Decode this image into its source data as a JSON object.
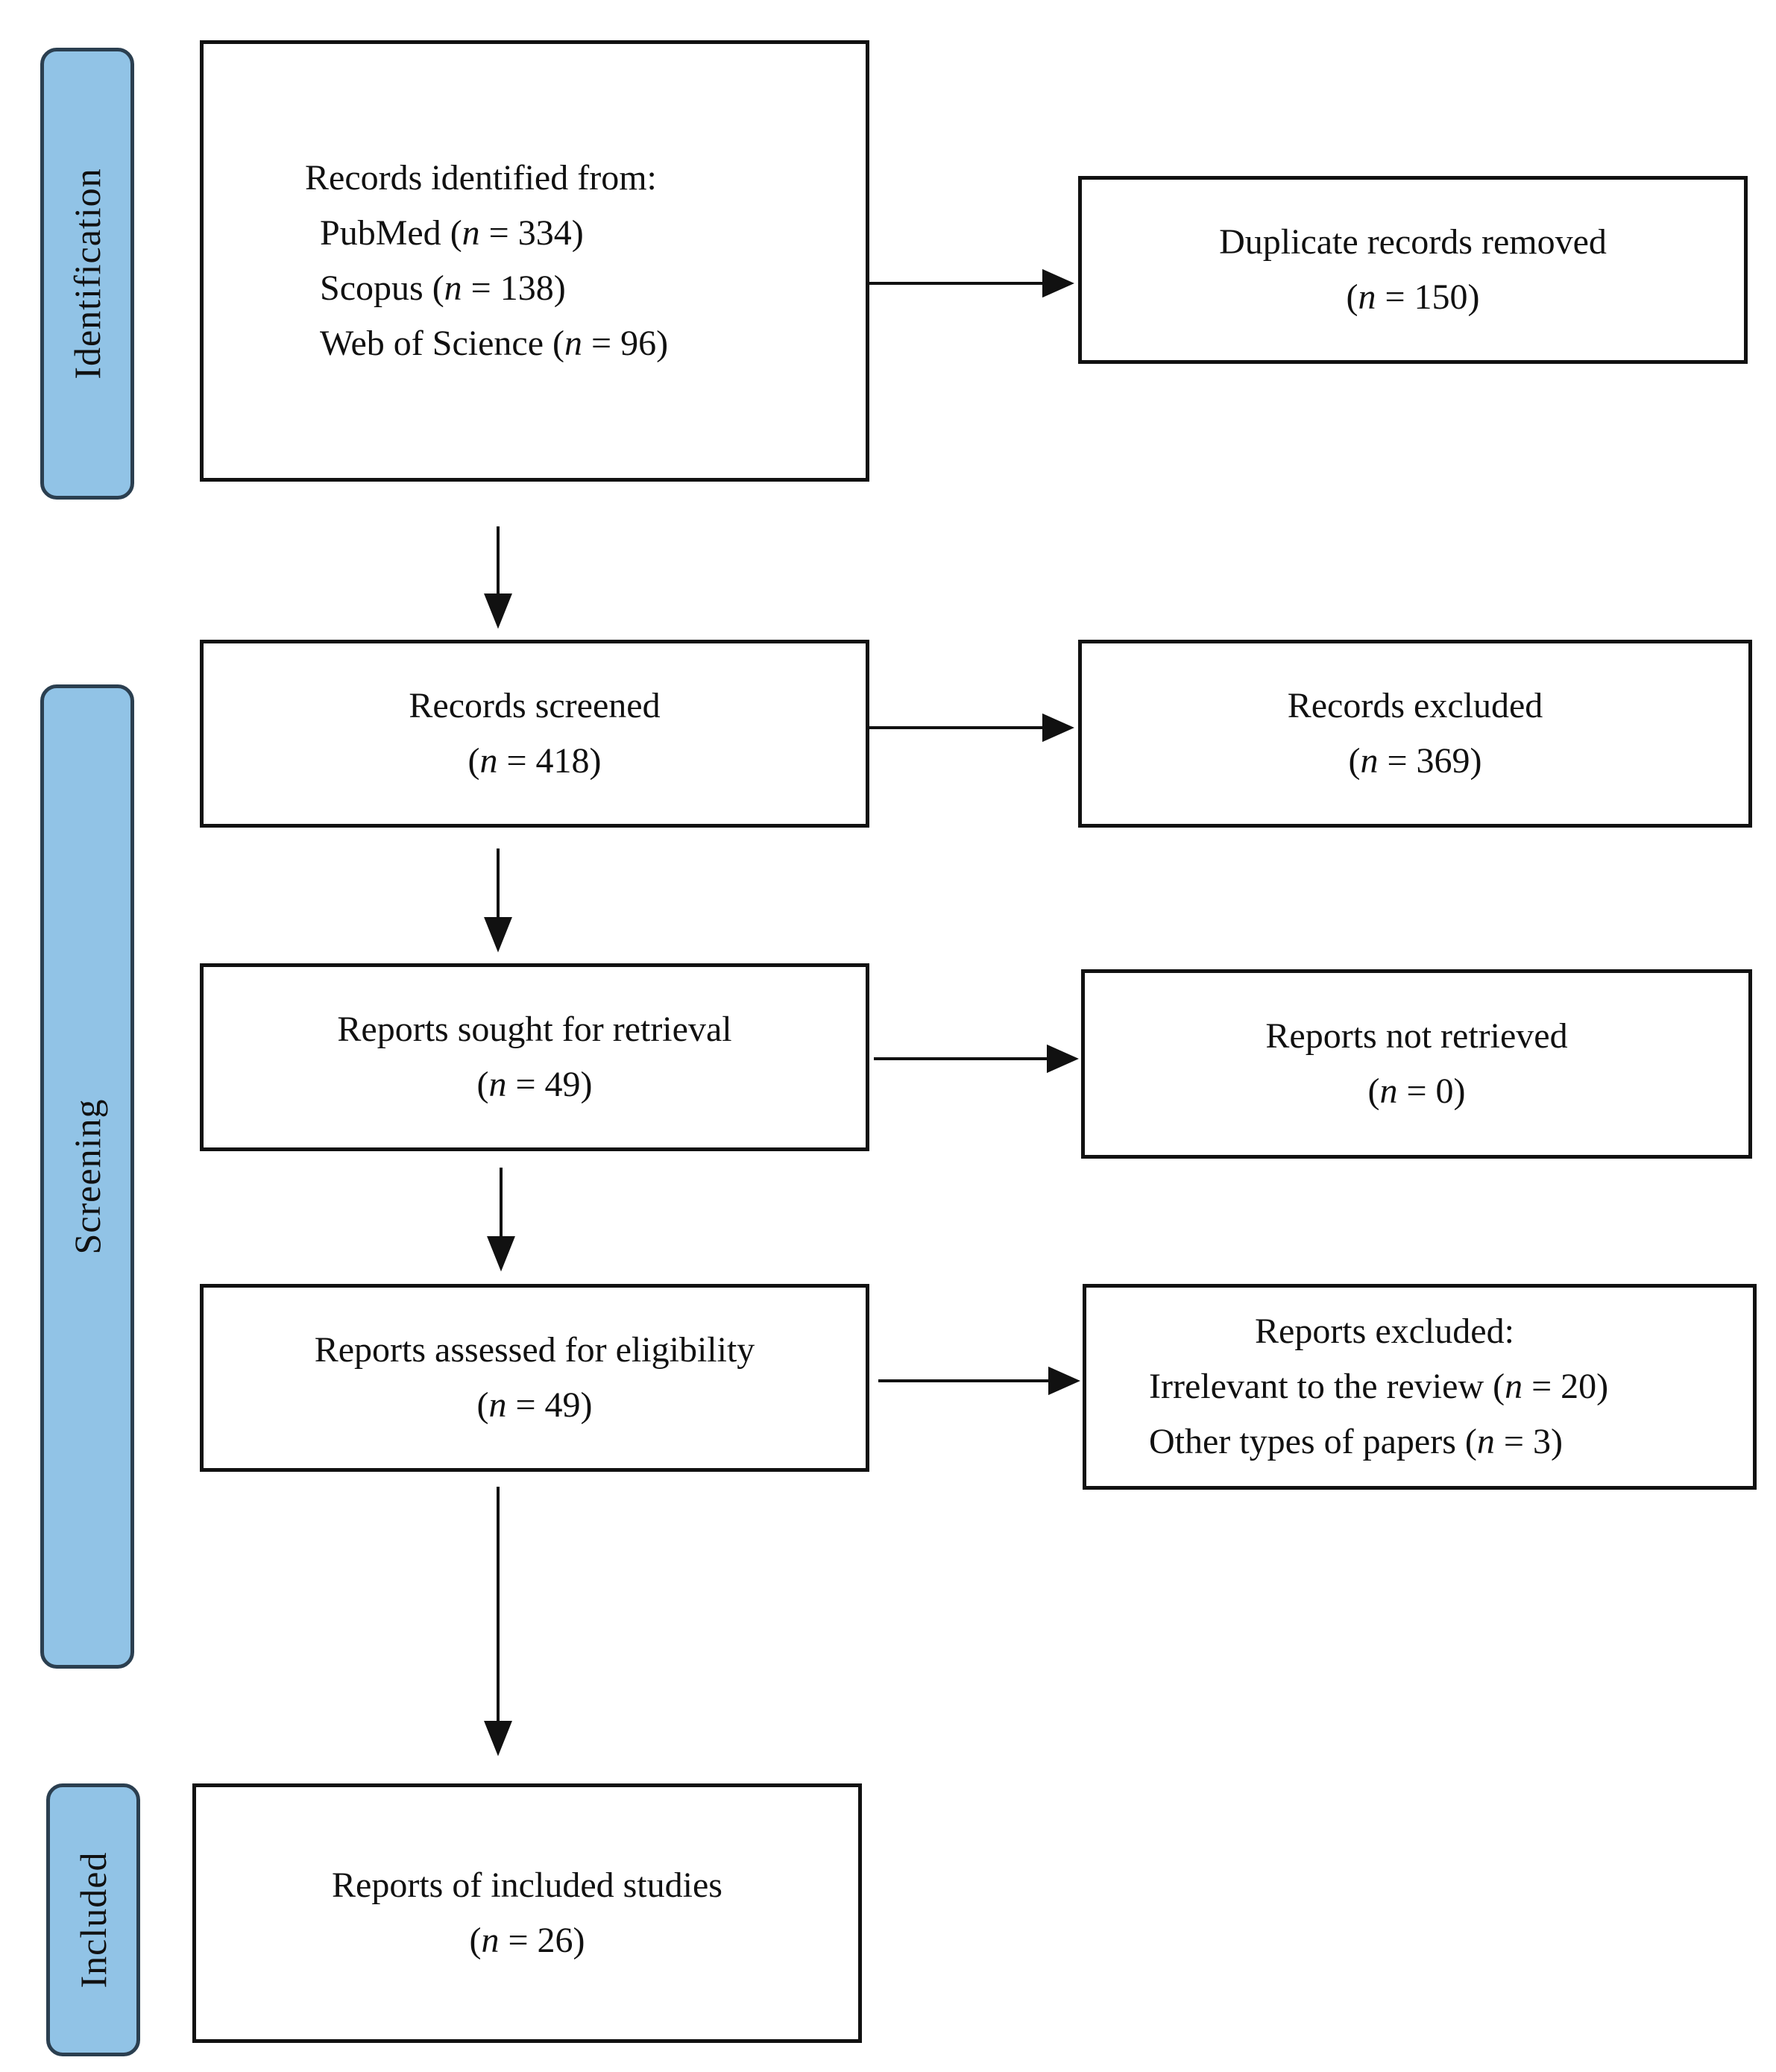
{
  "phases": {
    "identification": "Identification",
    "screening": "Screening",
    "included": "Included"
  },
  "n_symbol": "n",
  "boxes": {
    "identified": {
      "heading": "Records identified from:",
      "sources": [
        {
          "label": "PubMed",
          "count": "334"
        },
        {
          "label": "Scopus",
          "count": "138"
        },
        {
          "label": "Web of Science",
          "count": "96"
        }
      ]
    },
    "duplicates": {
      "label": "Duplicate records removed",
      "count": "150"
    },
    "screened": {
      "label": "Records screened",
      "count": "418"
    },
    "excluded": {
      "label": "Records excluded",
      "count": "369"
    },
    "sought": {
      "label": "Reports sought for retrieval",
      "count": "49"
    },
    "not_retrieved": {
      "label": "Reports not retrieved",
      "count": "0"
    },
    "assessed": {
      "label": "Reports assessed for eligibility",
      "count": "49"
    },
    "reports_excluded": {
      "heading": "Reports excluded:",
      "reasons": [
        {
          "label": "Irrelevant to the review",
          "count": "20"
        },
        {
          "label": "Other types of papers",
          "count": "3"
        }
      ]
    },
    "included": {
      "label": "Reports of included studies",
      "count": "26"
    }
  }
}
